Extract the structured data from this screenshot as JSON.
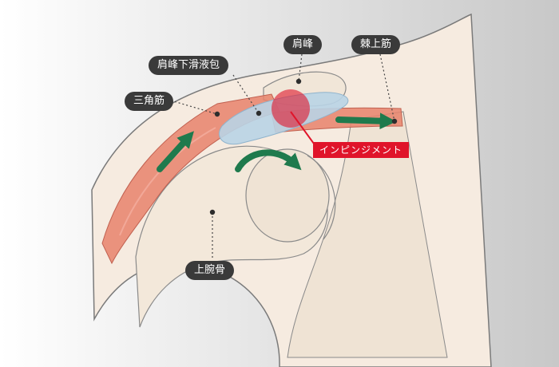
{
  "labels": {
    "acromion": "肩峰",
    "supraspinatus": "棘上筋",
    "bursa": "肩峰下滑液包",
    "deltoid": "三角筋",
    "humerus": "上腕骨"
  },
  "callout": {
    "impingement": "インピンジメント"
  },
  "icons": {
    "arrow_color": "#1f7a4d",
    "impingement_color": "#e0142a"
  }
}
